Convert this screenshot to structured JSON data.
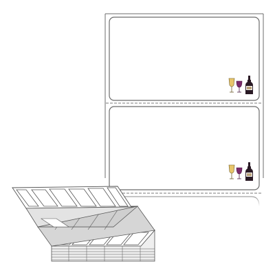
{
  "product": {
    "labels_per_sheet": 2,
    "label_shape": "rounded-rectangle",
    "fold": "fanfold",
    "decoration_icons": [
      "champagne-glasses-icon",
      "wine-bottle-icon"
    ]
  },
  "colors": {
    "outline": "#6b6b6b",
    "perforation": "#7a7a7a",
    "stack_fill": "#d6d6d6",
    "glass_wine": "#7a2a6b",
    "bottle": "#2a1a25",
    "champagne": "#e8c56a"
  }
}
